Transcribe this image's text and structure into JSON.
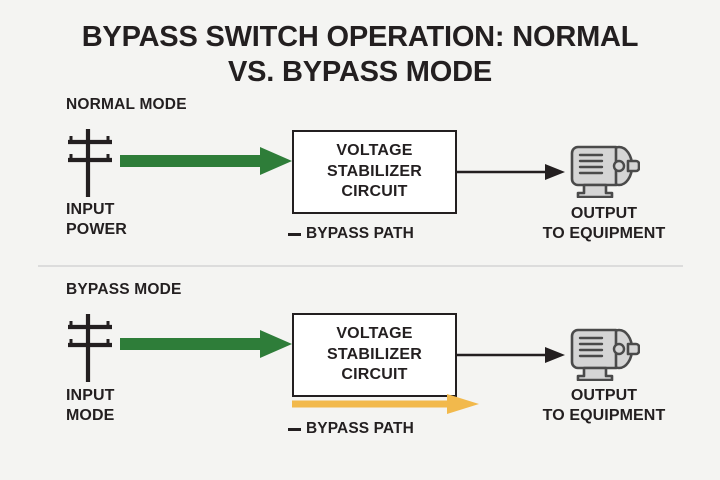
{
  "colors": {
    "background": "#f4f4f2",
    "ink": "#231f20",
    "green_arrow": "#2e7d39",
    "orange_arrow": "#f2b94c",
    "box_fill": "#ffffff",
    "divider": "#dcdcdc",
    "motor_body": "#d5d5d5"
  },
  "title": {
    "line1": "BYPASS SWITCH OPERATION: NORMAL",
    "line2": "VS. BYPASS MODE"
  },
  "sections": [
    {
      "mode_label": "NORMAL MODE",
      "input_line1": "INPUT",
      "input_line2": "POWER",
      "box_line1": "VOLTAGE",
      "box_line2": "STABILIZER",
      "box_line3": "CIRCUIT",
      "bypass_caption": "BYPASS PATH",
      "output_line1": "OUTPUT",
      "output_line2": "TO EQUIPMENT",
      "bypass_active": false
    },
    {
      "mode_label": "BYPASS MODE",
      "input_line1": "INPUT",
      "input_line2": "MODE",
      "box_line1": "VOLTAGE",
      "box_line2": "STABILIZER",
      "box_line3": "CIRCUIT",
      "bypass_caption": "BYPASS PATH",
      "output_line1": "OUTPUT",
      "output_line2": "TO EQUIPMENT",
      "bypass_active": true
    }
  ]
}
